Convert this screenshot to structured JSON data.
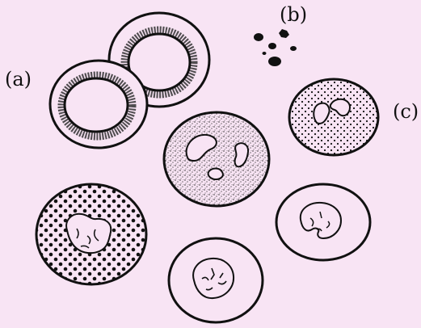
{
  "labels": {
    "a": "(a)",
    "b": "(b)",
    "c": "(c)"
  },
  "colors": {
    "background": "#f8e4f4",
    "ink": "#111111"
  }
}
